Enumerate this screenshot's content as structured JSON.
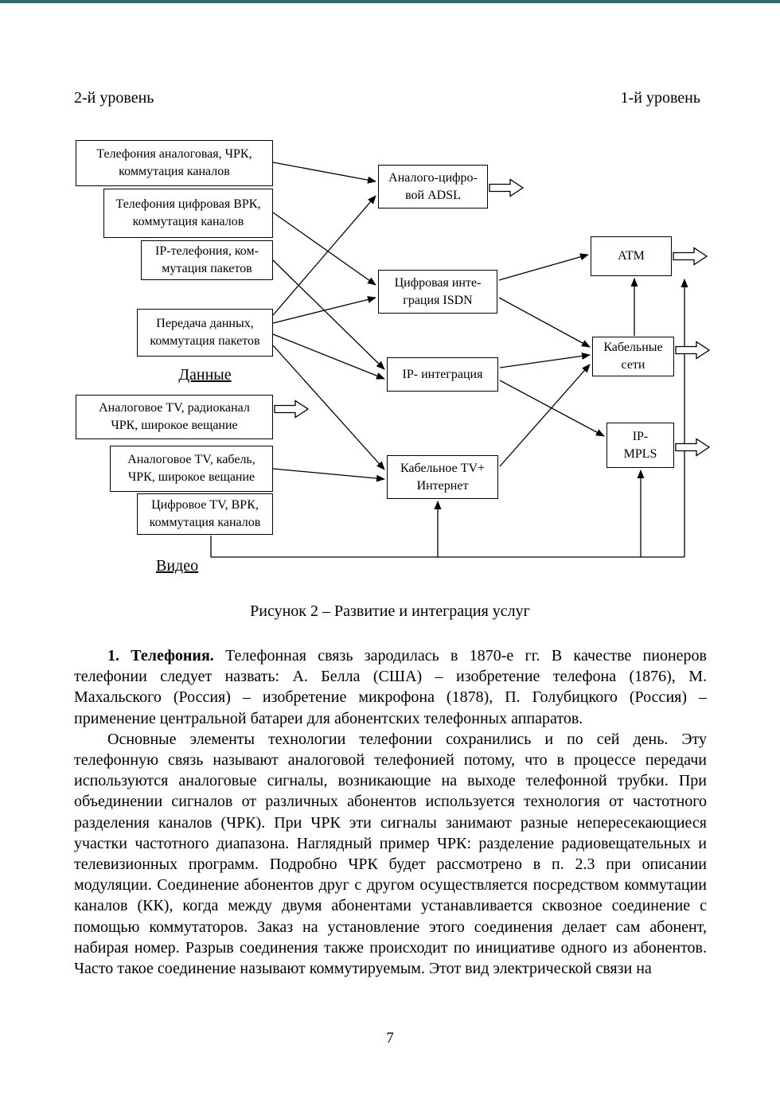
{
  "header": {
    "left": "2-й уровень",
    "right": "1-й уровень"
  },
  "diagram": {
    "boxes": {
      "tel_analog": "Телефония аналоговая, ЧРК,\nкоммутация каналов",
      "tel_digital": "Телефония цифровая ВРК,\nкоммутация каналов",
      "ip_telephony": "IP-телефония, ком-\nмутация пакетов",
      "data_transfer": "Передача данных,\nкоммутация пакетов",
      "tv_radio": "Аналоговое TV, радиоканал\nЧРК, широкое вещание",
      "tv_cable": "Аналоговое TV, кабель,\nЧРК, широкое вещание",
      "tv_digital": "Цифровое TV, ВРК,\nкоммутация каналов",
      "adsl": "Аналого-цифро-\nвой ADSL",
      "isdn": "Цифровая инте-\nграция ISDN",
      "ip_integration": "IP- интеграция",
      "cable_tv_internet": "Кабельное TV+\nИнтернет",
      "atm": "ATM",
      "cable_networks": "Кабельные\nсети",
      "ip_mpls": "IP-\nMPLS"
    },
    "group_labels": {
      "data": "Данные",
      "video": "Видео"
    }
  },
  "caption": "Рисунок 2 – Развитие и интеграция услуг",
  "body": {
    "p1_lead": "1. Телефония.",
    "p1_text": "Телефонная связь зародилась в 1870-е гг. В качестве пионеров телефонии следует назвать: А. Белла (США) – изобретение телефона (1876), М. Махальского (Россия) – изобретение микрофона (1878), П. Голубицкого (Россия) – применение центральной батареи для абонентских телефонных аппаратов.",
    "p2": "Основные элементы технологии телефонии сохранились и по сей день. Эту телефонную связь называют аналоговой телефонией потому, что в процессе передачи используются аналоговые сигналы, возникающие на выходе телефонной трубки. При объединении сигналов от различных абонентов используется технология от частотного разделения каналов (ЧРК). При ЧРК эти сигналы занимают разные непересекающиеся участки частотного диапазона. Наглядный пример ЧРК: разделение радиовещательных и телевизионных программ. Подробно ЧРК будет рассмотрено в п. 2.3 при описании модуляции. Соединение абонентов друг с другом осуществляется посредством коммутации каналов (КК), когда между двумя абонентами устанавливается сквозное соединение с помощью коммутаторов. Заказ на установление этого соединения делает сам абонент, набирая номер. Разрыв соединения также происходит по инициативе одного из абонентов. Часто такое соединение называют коммутируемым. Этот вид электрической связи на"
  },
  "page": {
    "number": "7"
  }
}
